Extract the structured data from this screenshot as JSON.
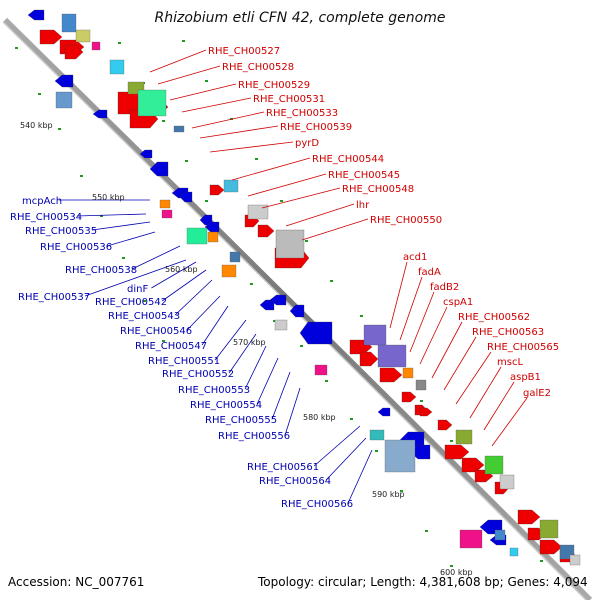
{
  "title": "Rhizobium etli CFN 42, complete genome",
  "footer": {
    "accession": "Accession: NC_007761",
    "summary": "Topology: circular; Length: 4,381,608 bp; Genes: 4,094"
  },
  "scale_labels": [
    "540 kbp",
    "550 kbp",
    "560 kbp",
    "570 kbp",
    "580 kbp",
    "590 kbp",
    "600 kbp"
  ],
  "labels_right": [
    "RHE_CH00527",
    "RHE_CH00528",
    "RHE_CH00529",
    "RHE_CH00531",
    "RHE_CH00533",
    "RHE_CH00539",
    "pyrD",
    "RHE_CH00544",
    "RHE_CH00545",
    "RHE_CH00548",
    "lhr",
    "RHE_CH00550"
  ],
  "labels_right_lower": [
    "acd1",
    "fadA",
    "fadB2",
    "cspA1",
    "RHE_CH00562",
    "RHE_CH00563",
    "RHE_CH00565",
    "mscL",
    "aspB1",
    "galE2"
  ],
  "labels_left": [
    "mcpAch",
    "RHE_CH00534",
    "RHE_CH00535",
    "RHE_CH00536",
    "RHE_CH00538",
    "RHE_CH00537",
    "dinF",
    "RHE_CH00542",
    "RHE_CH00543",
    "RHE_CH00546",
    "RHE_CH00547",
    "RHE_CH00551",
    "RHE_CH00552",
    "RHE_CH00553",
    "RHE_CH00554",
    "RHE_CH00555",
    "RHE_CH00556",
    "RHE_CH00561",
    "RHE_CH00564",
    "RHE_CH00566"
  ],
  "colors": {
    "forward": "#ee0000",
    "reverse": "#0000dd",
    "label_forward": "#d00000",
    "label_reverse": "#0000b0",
    "backbone": "#888888"
  }
}
